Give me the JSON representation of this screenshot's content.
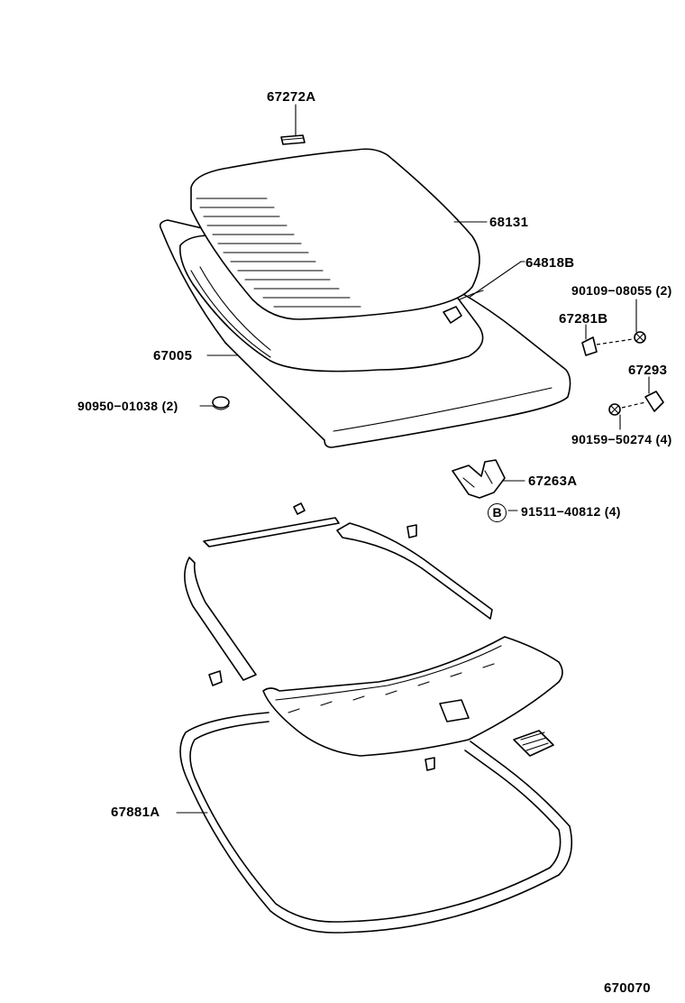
{
  "labels": {
    "p67272A": "67272A",
    "p68131": "68131",
    "p64818B": "64818B",
    "p90109": "90109−08055 (2)",
    "p67281B": "67281B",
    "p67005": "67005",
    "p67293": "67293",
    "p90950": "90950−01038 (2)",
    "p90159": "90159−50274 (4)",
    "p67263A": "67263A",
    "p91511": "91511−40812 (4)",
    "p67881A": "67881A",
    "callout_B": "B",
    "diagram_no": "670070"
  },
  "colors": {
    "line": "#000000",
    "paper": "#ffffff"
  }
}
